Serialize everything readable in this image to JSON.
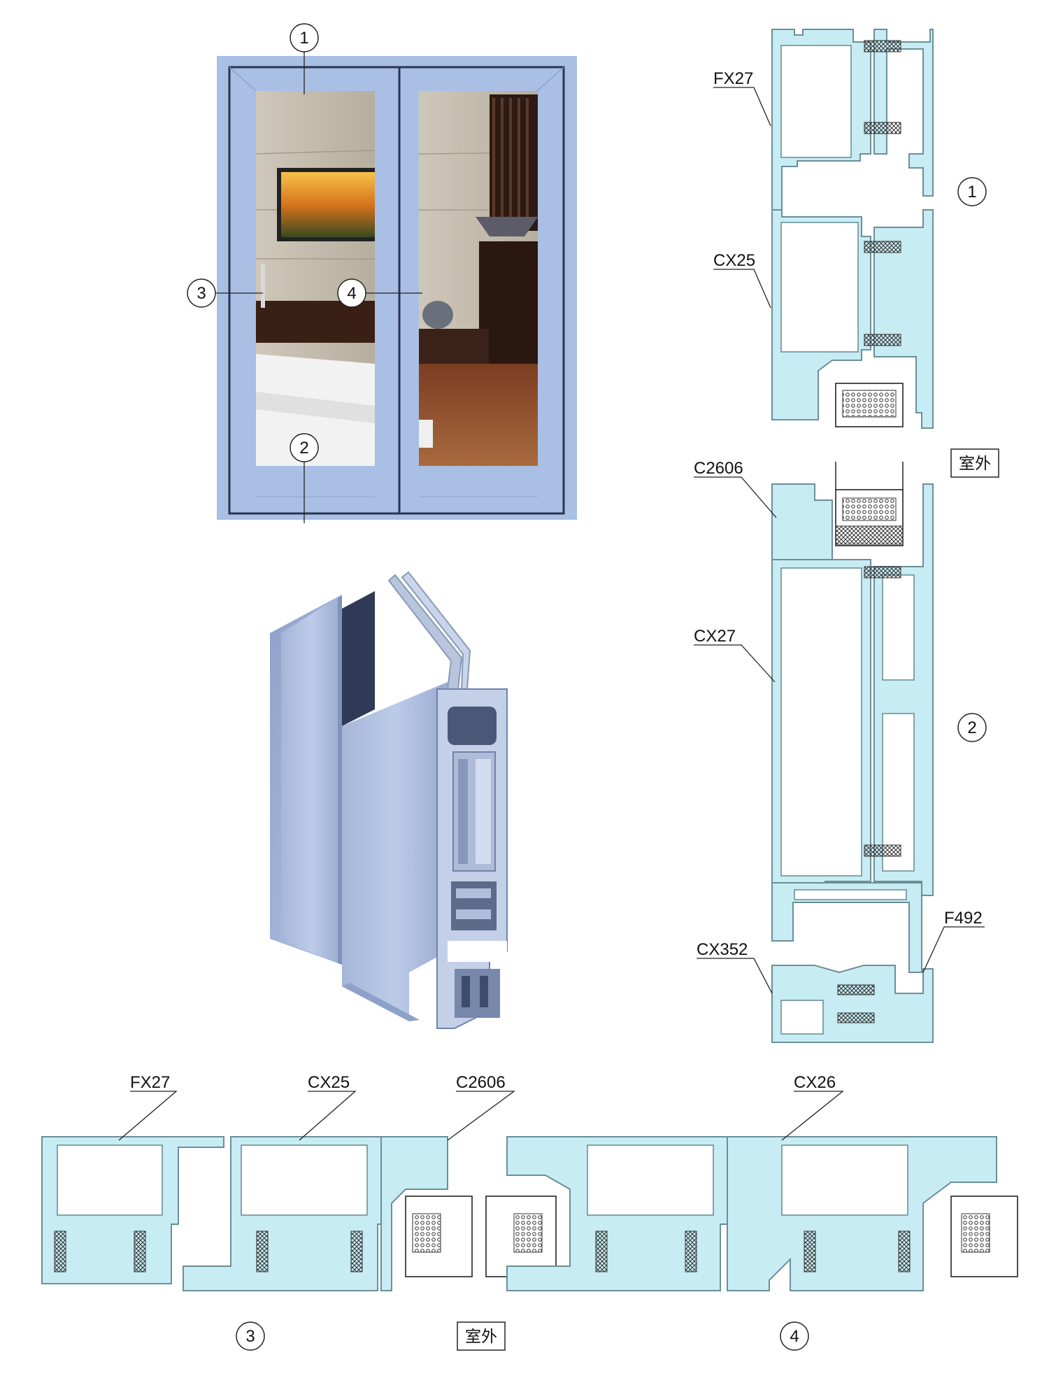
{
  "colors": {
    "frame_blue": "#a9bfe4",
    "frame_dark": "#2a3550",
    "profile_fill": "#c7ecf3",
    "profile_stroke": "#6b8f99",
    "text": "#111111"
  },
  "window_photo": {
    "callouts": [
      "1",
      "2",
      "3",
      "4"
    ]
  },
  "vertical_section": {
    "labels": [
      "FX27",
      "CX25",
      "C2606",
      "CX27",
      "F492",
      "CX352"
    ],
    "section_markers": [
      "1",
      "2"
    ],
    "outside_tag": "室外"
  },
  "horizontal_section": {
    "labels": [
      "FX27",
      "CX25",
      "C2606",
      "CX26"
    ],
    "section_markers": [
      "3",
      "4"
    ],
    "outside_tag": "室外"
  }
}
